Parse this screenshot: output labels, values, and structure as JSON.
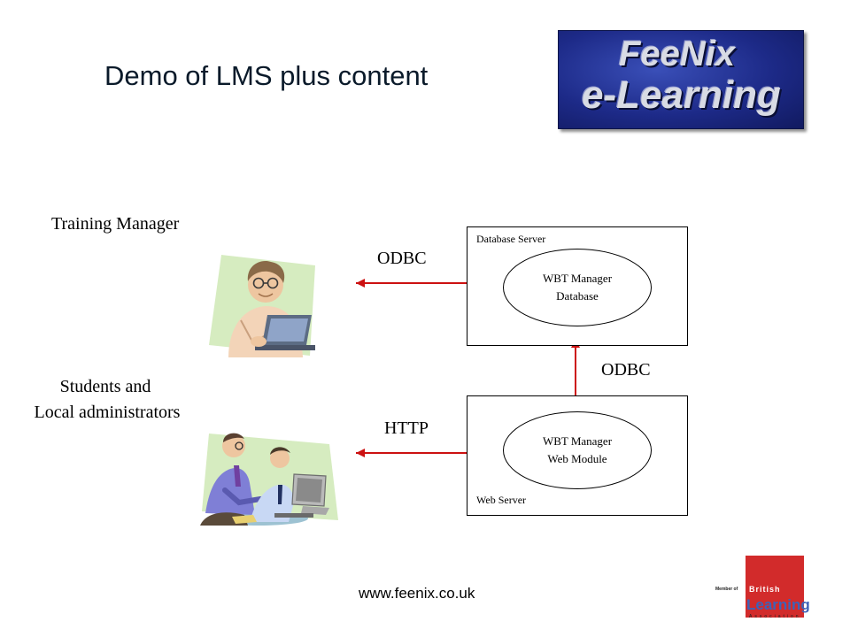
{
  "title": "Demo of LMS plus content",
  "logo": {
    "line1": "FeeNix",
    "line2": "e-Learning",
    "bg": "#1d2a88"
  },
  "users": {
    "training_manager": "Training Manager",
    "students_line1": "Students and",
    "students_line2": "Local administrators"
  },
  "connections": {
    "top_protocol": "ODBC",
    "middle_protocol": "ODBC",
    "bottom_protocol": "HTTP",
    "arrow_color": "#cc1111"
  },
  "database_server": {
    "label": "Database Server",
    "component_line1": "WBT Manager",
    "component_line2": "Database"
  },
  "web_server": {
    "label": "Web Server",
    "component_line1": "WBT Manager",
    "component_line2": "Web Module"
  },
  "footer": {
    "url": "www.feenix.co.uk"
  },
  "badge": {
    "member_of": "Member of",
    "british": "British",
    "learning": "Learning",
    "association": "Association",
    "color": "#d22b2b"
  }
}
